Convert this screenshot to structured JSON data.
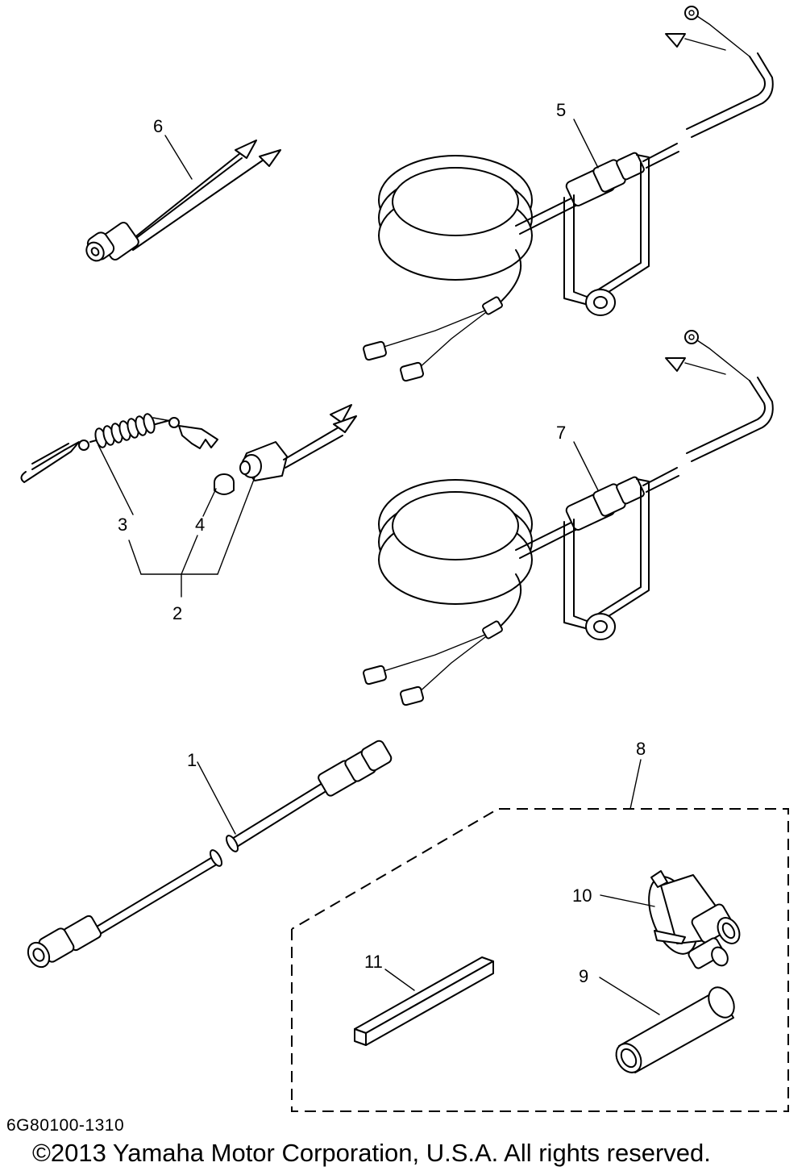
{
  "callouts": {
    "c1": "1",
    "c2": "2",
    "c3": "3",
    "c4": "4",
    "c5": "5",
    "c6": "6",
    "c7": "7",
    "c8": "8",
    "c9": "9",
    "c10": "10",
    "c11": "11"
  },
  "footer": {
    "doc_code": "6G80100-1310",
    "copyright": "©2013 Yamaha Motor Corporation, U.S.A. All rights reserved."
  }
}
